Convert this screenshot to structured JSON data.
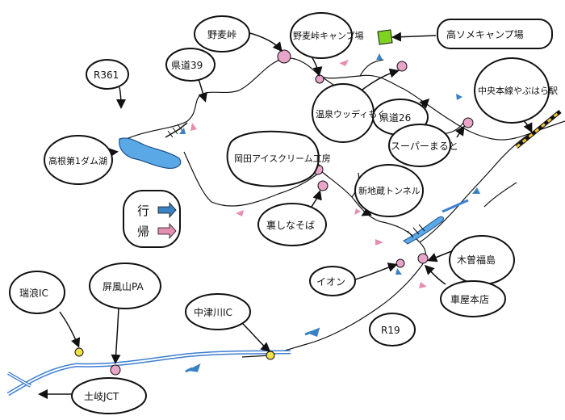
{
  "map": {
    "legend": {
      "go_label": "行",
      "return_label": "帰",
      "go_arrow_color": "#3b82c4",
      "return_arrow_color": "#e48fb0"
    },
    "places": {
      "noguchi_pass": "野麦峠",
      "noguchi_camp": "野麦峠キャンプ場",
      "takari_camp": "高ソメキャンプ場",
      "r361": "R361",
      "pref39": "県道39",
      "takane_dam": "高根第1ダム湖",
      "onsen": "温泉ウッディもく",
      "pref26": "県道26",
      "chuo_line": "中央本線やぶはら駅",
      "okada_ice": "岡田アイスクリーム工房",
      "super_maruto": "スーパーまると",
      "shin_tunnel": "新地蔵トンネル",
      "ura_soba": "裏しなそば",
      "kiso_fukushima": "木曽福島",
      "aeon": "イオン",
      "kuruma_honten": "車屋本店",
      "r19": "R19",
      "mizunami_ic": "瑞浪IC",
      "yashiro_pa": "屏風山PA",
      "nakatsugawa_ic": "中津川IC",
      "toki_jct": "土岐JCT"
    },
    "colors": {
      "river": "#3d7fd0",
      "lake": "#5aa9e6",
      "waypoint_pink": "#e8a4c9",
      "ic_yellow": "#f1e04a",
      "camp_green": "#7ed321",
      "bubble_fill": "#ffffff",
      "ink": "#111111"
    }
  }
}
